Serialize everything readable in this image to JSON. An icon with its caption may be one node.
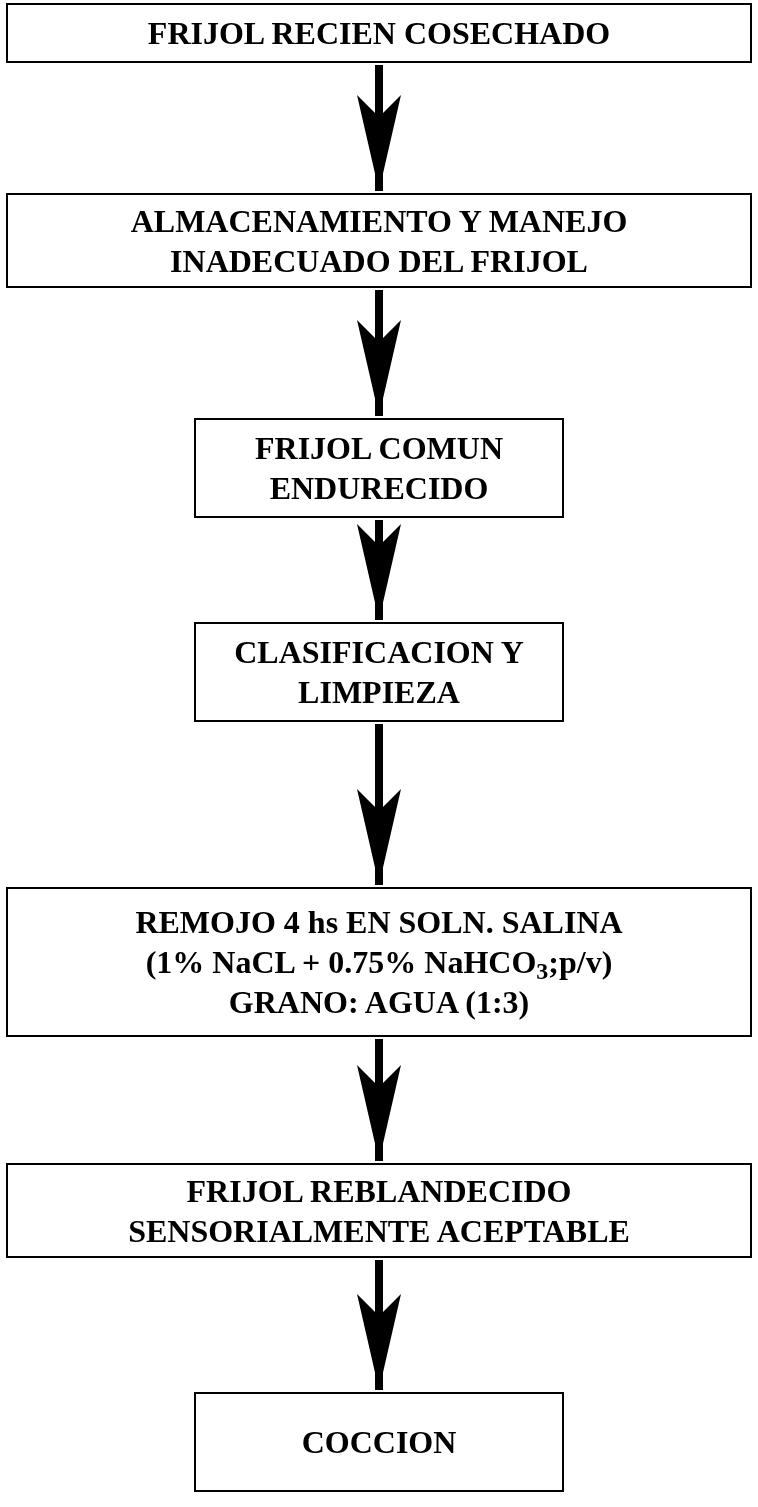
{
  "diagram": {
    "nodes": [
      {
        "text": [
          "FRIJOL RECIEN COSECHADO"
        ]
      },
      {
        "text": [
          "ALMACENAMIENTO Y MANEJO INADECUADO DEL FRIJOL"
        ]
      },
      {
        "text": [
          "FRIJOL COMUN ENDURECIDO"
        ]
      },
      {
        "text": [
          "CLASIFICACION Y LIMPIEZA"
        ]
      },
      {
        "text": [
          "REMOJO 4 hs EN SOLN. SALINA",
          "(1% NaCL + 0.75% NaHCO$_{3}$;p/v)",
          "GRANO: AGUA (1:3)"
        ]
      },
      {
        "text": [
          "FRIJOL REBLANDECIDO SENSORIALMENTE ACEPTABLE"
        ]
      },
      {
        "text": [
          "COCCION"
        ]
      }
    ],
    "edges": [
      {
        "from": 0,
        "to": 1,
        "arrow": "to"
      },
      {
        "from": 1,
        "to": 2,
        "arrow": "to"
      },
      {
        "from": 2,
        "to": 3,
        "arrow": "to"
      },
      {
        "from": 3,
        "to": 4,
        "arrow": "to"
      },
      {
        "from": 4,
        "to": 5,
        "arrow": "to"
      },
      {
        "from": 5,
        "to": 6,
        "arrow": "to"
      }
    ]
  }
}
